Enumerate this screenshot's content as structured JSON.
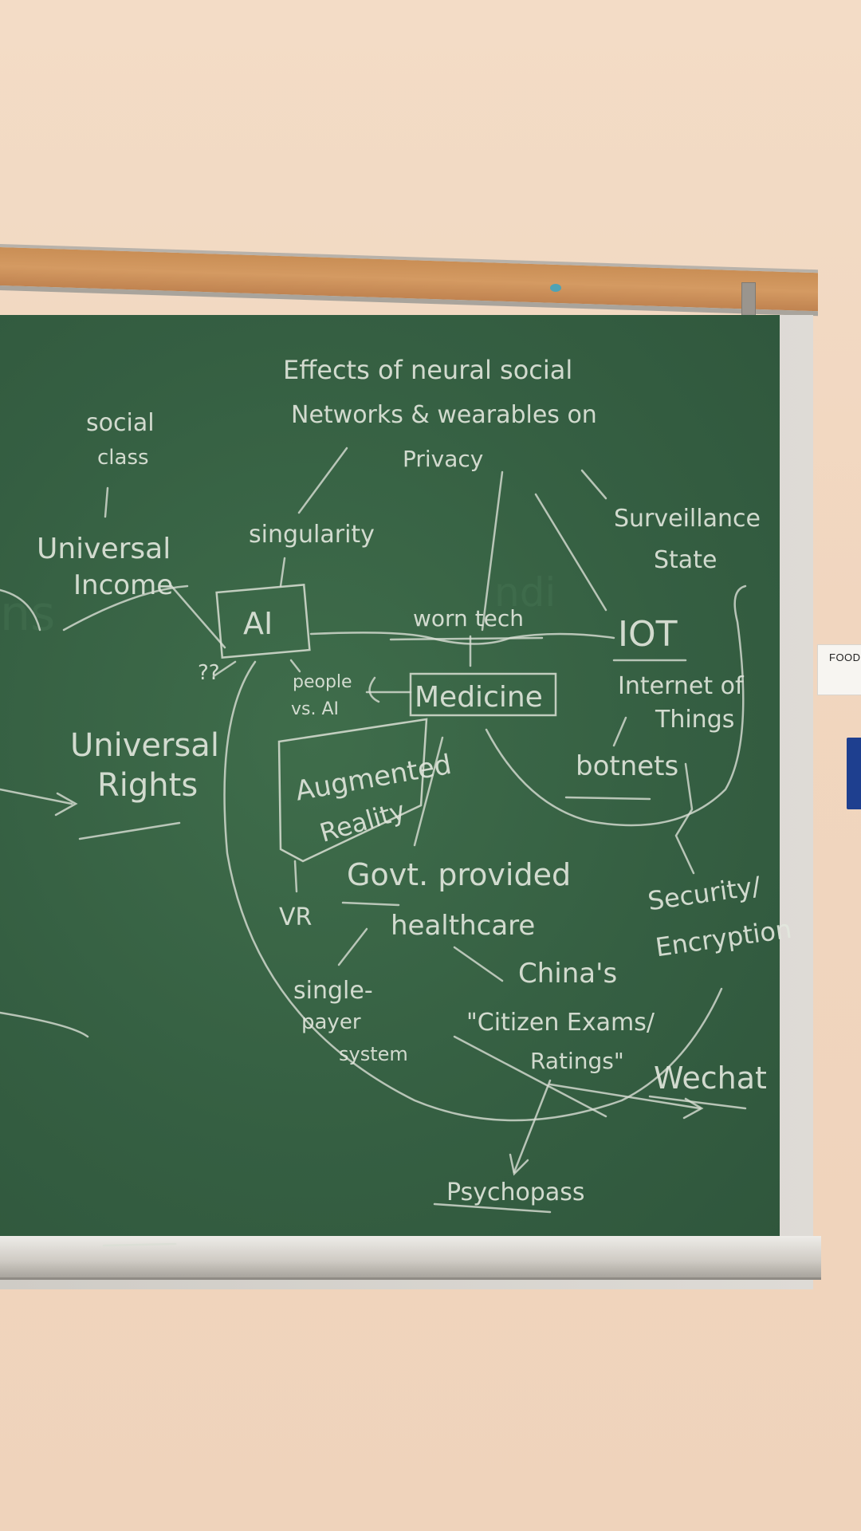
{
  "scene": {
    "wall_color": "#f2d9c2",
    "board_color": "#355f42",
    "chalk_color": "#e3e8de",
    "wall_note_label": "FOOD"
  },
  "chalkboard": {
    "title_line1": "Effects of neural social",
    "title_line2": "Networks & wearables on",
    "privacy": "Privacy",
    "social_class_1": "social",
    "social_class_2": "class",
    "universal_income_1": "Universal",
    "universal_income_2": "Income",
    "singularity": "singularity",
    "surveillance_1": "Surveillance",
    "surveillance_2": "State",
    "ai": "AI",
    "worn_tech": "worn tech",
    "iot": "IOT",
    "internet_of_1": "Internet of",
    "internet_of_2": "Things",
    "question_marks": "??",
    "people_vs_ai_1": "people",
    "people_vs_ai_2": "vs. AI",
    "medicine": "Medicine",
    "universal_rights_1": "Universal",
    "universal_rights_2": "Rights",
    "augmented_1": "Augmented",
    "augmented_2": "Reality",
    "botnets": "botnets",
    "govt_1": "Govt. provided",
    "govt_2": "healthcare",
    "vr": "VR",
    "security_1": "Security/",
    "security_2": "Encryption",
    "single_payer_1": "single-",
    "single_payer_2": "payer",
    "single_payer_3": "system",
    "chinas": "China's",
    "citizen_exams": "\"Citizen Exams/",
    "ratings": "Ratings\"",
    "wechat": "Wechat",
    "psychopass": "Psychopass"
  }
}
